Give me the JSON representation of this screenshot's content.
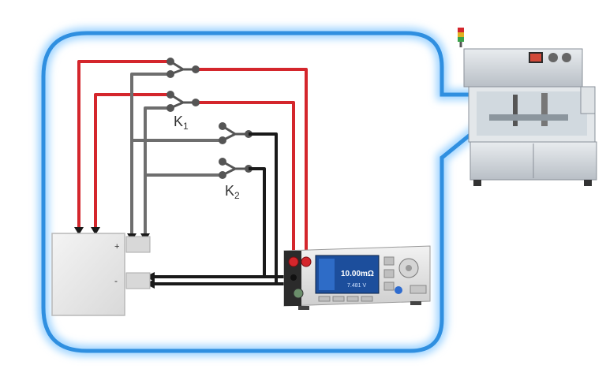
{
  "labels": {
    "switch_k1": {
      "main": "K",
      "sub": "1"
    },
    "switch_k2": {
      "main": "K",
      "sub": "2"
    },
    "battery_plus": "+",
    "battery_minus": "-",
    "meter_display_value": "10.00",
    "meter_display_unit": "mΩ",
    "meter_display_secondary": "7.481 V"
  },
  "colors": {
    "frame_outline": "#2f8fe0",
    "frame_glow": "#9fd4ff",
    "wire_force": "#d4262c",
    "wire_switch": "#6e6e6e",
    "wire_sense": "#1a1a1a",
    "meter_screen": "#1c4e9c"
  },
  "icons": {
    "battery": "battery-cell-box",
    "meter": "battery-impedance-meter",
    "machine": "automated-test-machine"
  }
}
